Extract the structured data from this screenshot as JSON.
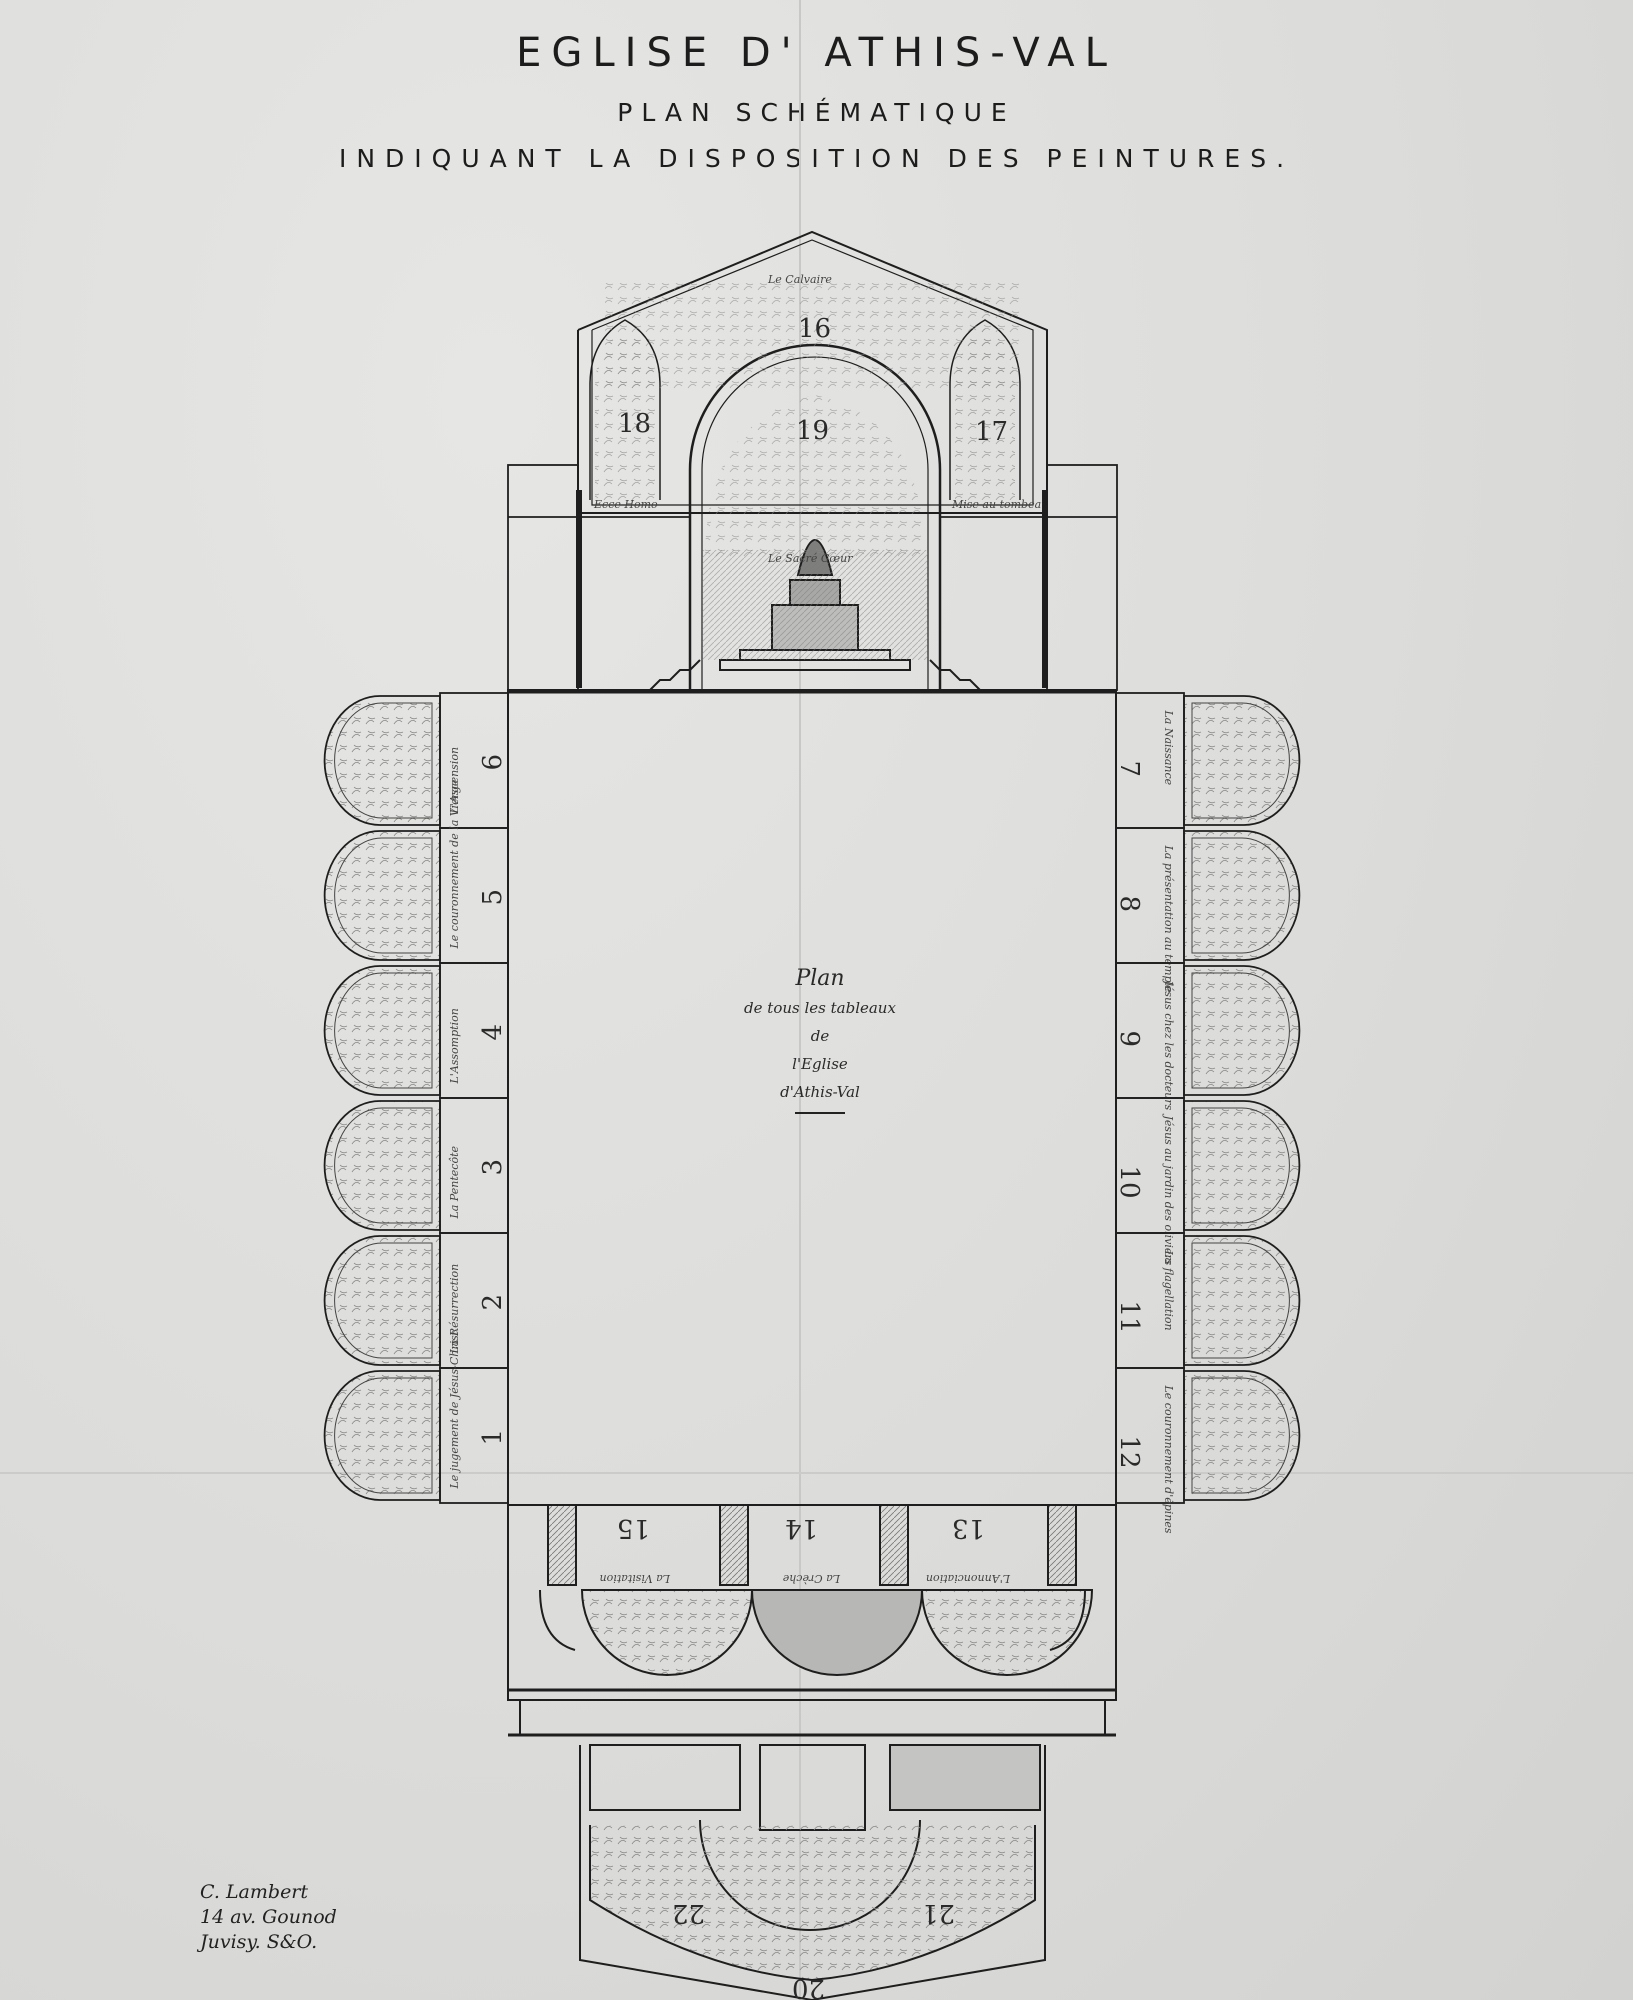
{
  "title": {
    "line1": "EGLISE D' ATHIS-VAL",
    "line2": "PLAN SCHÉMATIQUE",
    "line3": "INDIQUANT LA DISPOSITION DES PEINTURES."
  },
  "center_note": {
    "line1": "Plan",
    "line2": "de tous les tableaux",
    "line3": "de",
    "line4": "l'Eglise",
    "line5": "d'Athis-Val"
  },
  "apse_panels": {
    "p16": {
      "number": "16",
      "caption": "Le Calvaire"
    },
    "p17": {
      "number": "17",
      "caption": "Mise au tombeau"
    },
    "p18": {
      "number": "18",
      "caption": "Ecce Homo"
    },
    "p19": {
      "number": "19",
      "caption": "Le Sacré Cœur"
    }
  },
  "left_panels": [
    {
      "number": "6",
      "caption": "L'Ascension"
    },
    {
      "number": "5",
      "caption": "Le couronnement de la Vierge"
    },
    {
      "number": "4",
      "caption": "L'Assomption"
    },
    {
      "number": "3",
      "caption": "La Pentecôte"
    },
    {
      "number": "2",
      "caption": "La Résurrection"
    },
    {
      "number": "1",
      "caption": "Le jugement de Jésus-Christ"
    }
  ],
  "right_panels": [
    {
      "number": "7",
      "caption": "La Naissance"
    },
    {
      "number": "8",
      "caption": "La présentation au temple"
    },
    {
      "number": "9",
      "caption": "Jésus chez les docteurs"
    },
    {
      "number": "10",
      "caption": "Jésus au jardin des oliviers"
    },
    {
      "number": "11",
      "caption": "La flagellation"
    },
    {
      "number": "12",
      "caption": "Le couronnement d'épines"
    }
  ],
  "bottom_panels": [
    {
      "number": "15",
      "caption": "La Visitation"
    },
    {
      "number": "14",
      "caption": "La Crèche"
    },
    {
      "number": "13",
      "caption": "L'Annonciation"
    }
  ],
  "porch_panels": {
    "p20": {
      "number": "20"
    },
    "p21": {
      "number": "21"
    },
    "p22": {
      "number": "22"
    }
  },
  "signature": {
    "line1": "C. Lambert",
    "line2": "14 av. Gounod",
    "line3": "Juvisy. S&O."
  },
  "colors": {
    "paper": "#dcdcda",
    "ink": "#1c1c1c",
    "wash": "#9a9a98"
  }
}
